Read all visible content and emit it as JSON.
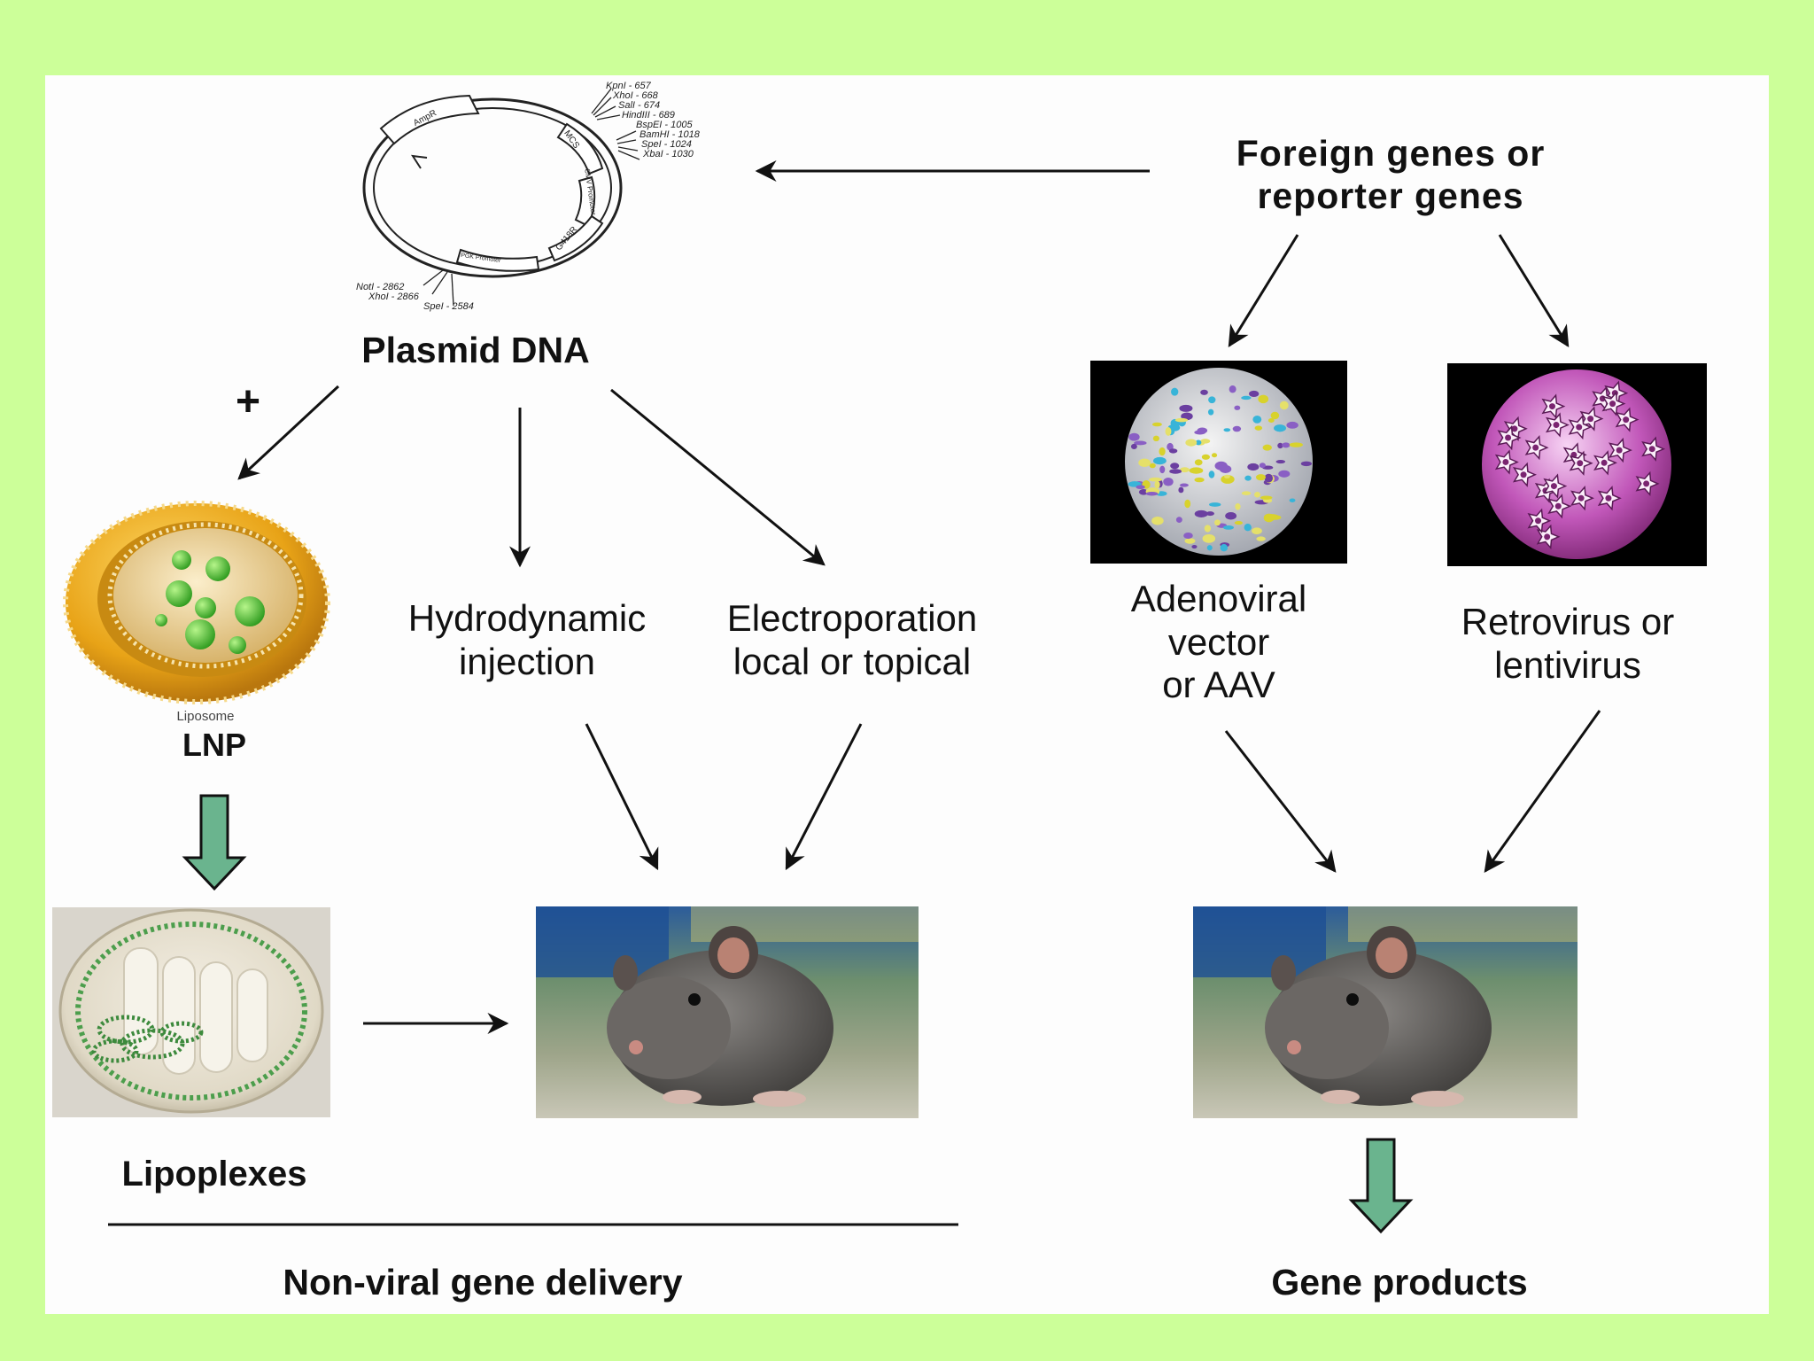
{
  "colors": {
    "background": "#ccff99",
    "panel": "#fdfdfd",
    "block_arrow": "#6ab48e",
    "ink": "#111111"
  },
  "plasmid": {
    "label": "Plasmid DNA",
    "features": [
      "AmpR",
      "MCS",
      "CMV Promoter",
      "G418R",
      "PGK Promoter"
    ],
    "sites_top": [
      "KpnI - 657",
      "XhoI - 668",
      "SalI - 674",
      "HindIII - 689",
      "BspEI - 1005",
      "BamHI - 1018",
      "SpeI - 1024",
      "XbaI - 1030"
    ],
    "sites_bottom": [
      "NotI - 2862",
      "XhoI - 2866",
      "SpeI - 2584"
    ]
  },
  "foreign_genes": {
    "label": "Foreign genes or\nreporter genes"
  },
  "plus_sign": "+",
  "liposome": {
    "caption": "Liposome",
    "label": "LNP"
  },
  "hydrodynamic": {
    "label": "Hydrodynamic\ninjection"
  },
  "electroporation": {
    "label": "Electroporation\nlocal or topical"
  },
  "adenoviral": {
    "label": "Adenoviral\nvector\nor AAV"
  },
  "retrovirus": {
    "label": "Retrovirus or\nlentivirus"
  },
  "lipoplexes": {
    "label": "Lipoplexes"
  },
  "footer": {
    "non_viral": "Non-viral gene delivery",
    "gene_products": "Gene products"
  },
  "icons": [
    "plasmid-map-icon",
    "adenovirus-icon",
    "retrovirus-icon",
    "liposome-icon",
    "lipoplex-icon",
    "mouse-photo-icon"
  ]
}
